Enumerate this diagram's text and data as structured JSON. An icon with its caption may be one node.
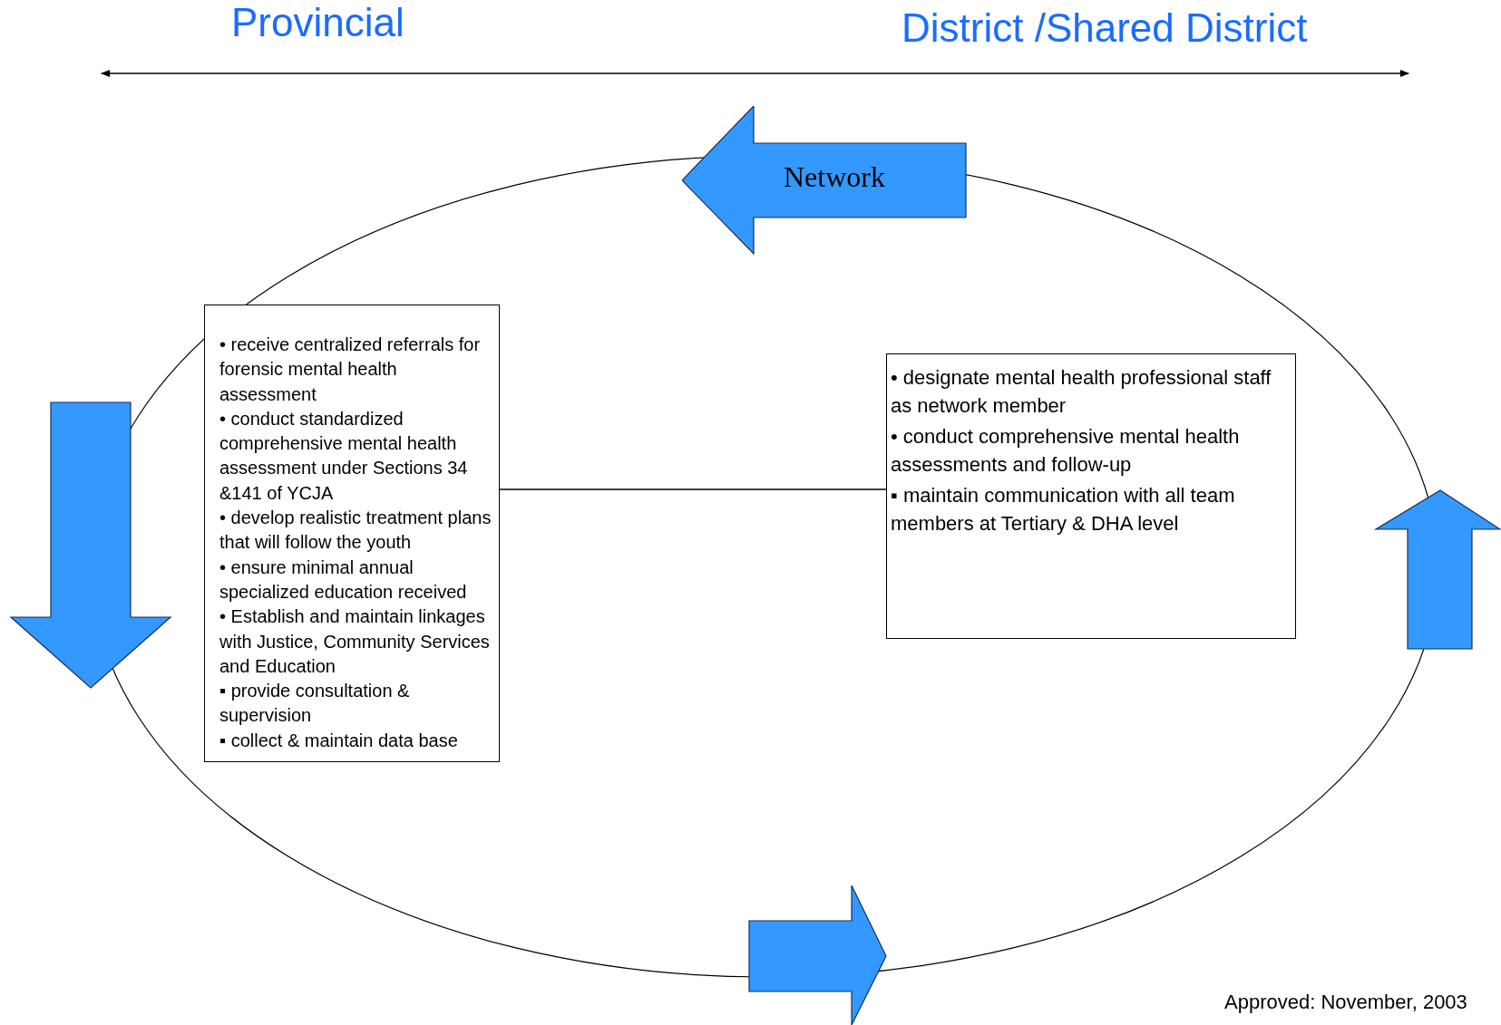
{
  "diagram": {
    "nodes": [
      {
        "text": [
          "• receive centralized referrals for forensic mental health assessment",
          "• conduct  standardized comprehensive mental health assessment under Sections 34 &141 of YCJA",
          "• develop realistic  treatment plans that will follow the youth",
          "• ensure minimal annual specialized education received",
          "• Establish and maintain linkages with Justice, Community Services and Education",
          "▪ provide consultation & supervision",
          "▪ collect & maintain data base"
        ]
      },
      {
        "text": [
          "• designate mental health professional staff as network member",
          "• conduct comprehensive mental health assessments and follow-up",
          "▪ maintain communication with all team members at Tertiary & DHA level"
        ]
      },
      {
        "text": [
          "Network"
        ]
      }
    ],
    "edges": [
      {
        "from": 0,
        "to": 1,
        "arrow": "none"
      }
    ],
    "labels": [
      "Provincial",
      "District /Shared District",
      "Approved: November, 2003"
    ]
  }
}
